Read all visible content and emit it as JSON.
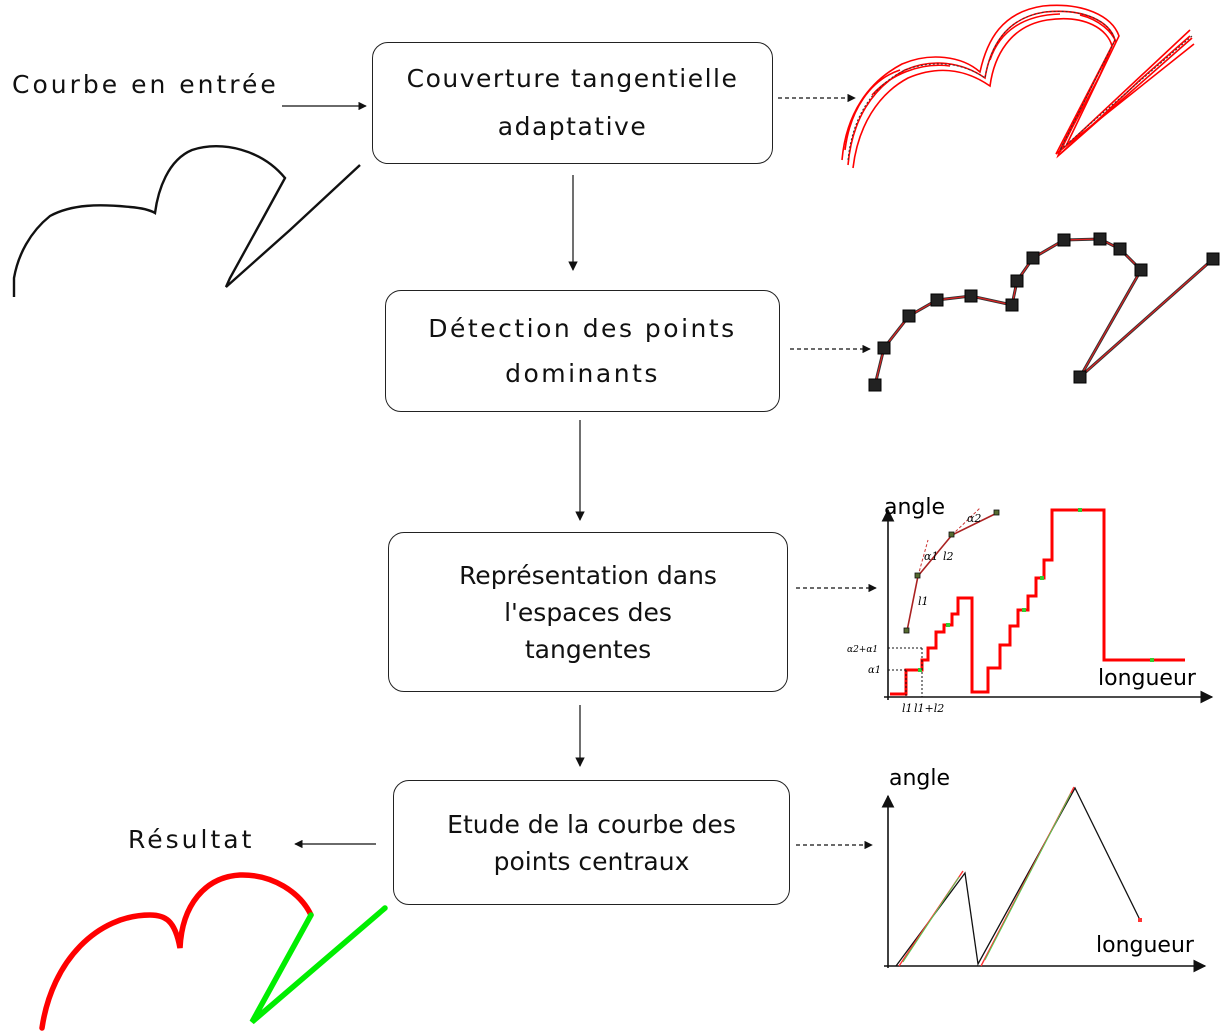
{
  "flow": {
    "input_label": "Courbe en entrée",
    "result_label": "Résultat",
    "steps": [
      {
        "label": "Couverture tangentielle\nadaptative"
      },
      {
        "label": "Détection des points\ndominants"
      },
      {
        "label": "Représentation dans\nl'espaces des\ntangentes"
      },
      {
        "label": "Etude de la courbe des\npoints centraux"
      }
    ]
  },
  "tangent_plot": {
    "y_label": "angle",
    "x_label": "longueur",
    "y_ticks": [
      "α2+α1",
      "α1"
    ],
    "x_ticks": [
      "l1",
      "l1+l2"
    ],
    "inset_labels": [
      "α1",
      "l2",
      "α2",
      "l1"
    ]
  },
  "midpoint_plot": {
    "y_label": "angle",
    "x_label": "longueur"
  },
  "colors": {
    "circular_arc": "#ff0000",
    "segment": "#00ee00",
    "ink": "#111111",
    "box_border": "#222222"
  }
}
